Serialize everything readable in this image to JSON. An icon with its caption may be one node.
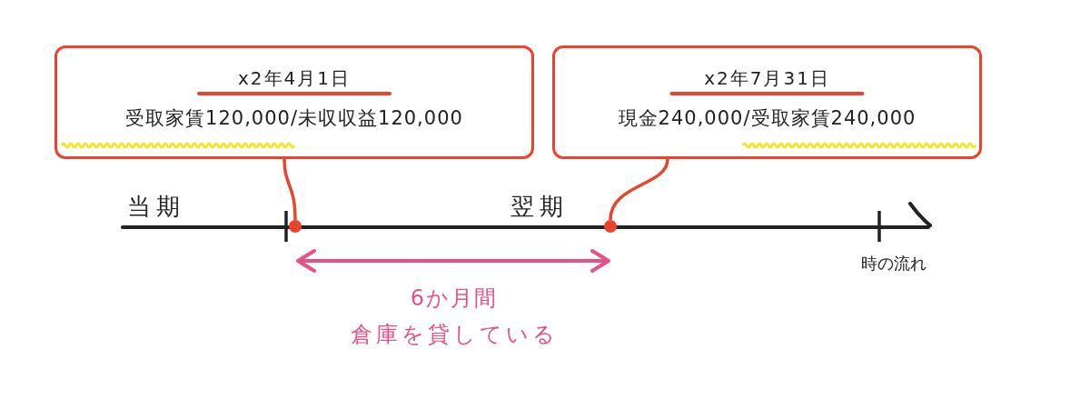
{
  "diagram": {
    "nodes": [
      {
        "text": [
          "x2年4月1日",
          "受取家賃120,000/未収収益120,000"
        ]
      },
      {
        "text": [
          "x2年7月31日",
          "現金240,000/受取家賃240,000"
        ]
      },
      {
        "text": [],
        "shape": "circle"
      },
      {
        "text": [],
        "shape": "circle"
      }
    ],
    "edges": [
      {
        "from": 0,
        "to": 2,
        "arrow": "none"
      },
      {
        "from": 1,
        "to": 3,
        "arrow": "none"
      }
    ],
    "labels": [
      "当期",
      "翌期",
      "時の流れ",
      "6か月間",
      "倉庫を貸している"
    ]
  }
}
